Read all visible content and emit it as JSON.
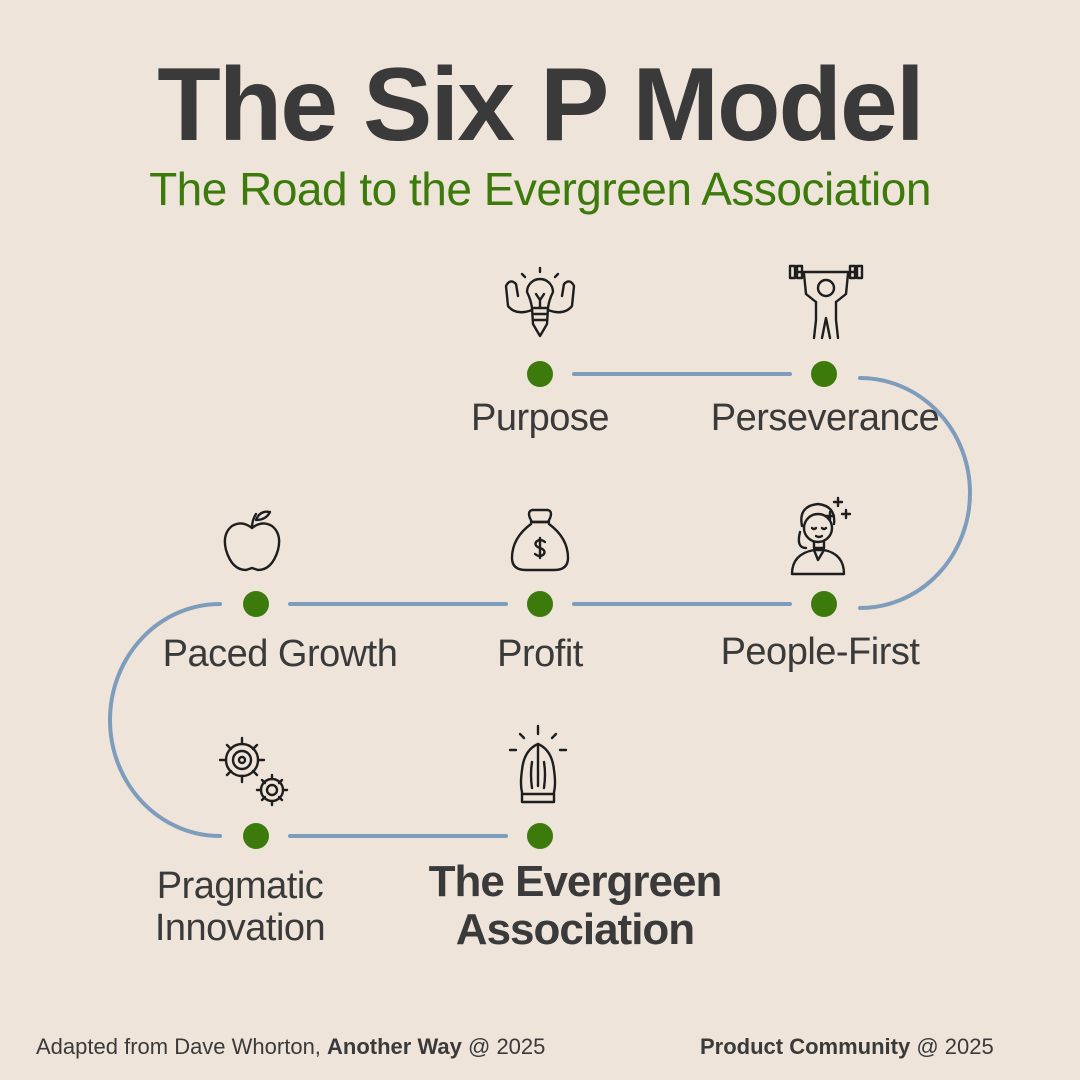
{
  "header": {
    "title": "The Six P Model",
    "subtitle": "The Road to the Evergreen Association"
  },
  "steps": {
    "purpose": "Purpose",
    "perseverance": "Perseverance",
    "people_first": "People-First",
    "profit": "Profit",
    "paced_growth": "Paced Growth",
    "pragmatic_line1": "Pragmatic",
    "pragmatic_line2": "Innovation",
    "evergreen_line1": "The Evergreen",
    "evergreen_line2": "Association"
  },
  "footer": {
    "left_prefix": "Adapted from Dave Whorton, ",
    "left_bold": "Another Way",
    "left_suffix": " @ 2025",
    "right_bold": "Product Community",
    "right_suffix": " @ 2025"
  },
  "colors": {
    "background": "#EEE4DA",
    "title": "#3A3A3A",
    "subtitle": "#3D7A0C",
    "node": "#3D7A0C",
    "road": "#7E9DBC"
  },
  "icons": {
    "purpose": "lightbulb-flex-icon",
    "perseverance": "weightlifter-icon",
    "people_first": "person-care-icon",
    "profit": "money-bag-icon",
    "paced_growth": "apple-icon",
    "pragmatic_innovation": "gears-icon",
    "evergreen": "praying-hands-icon"
  }
}
